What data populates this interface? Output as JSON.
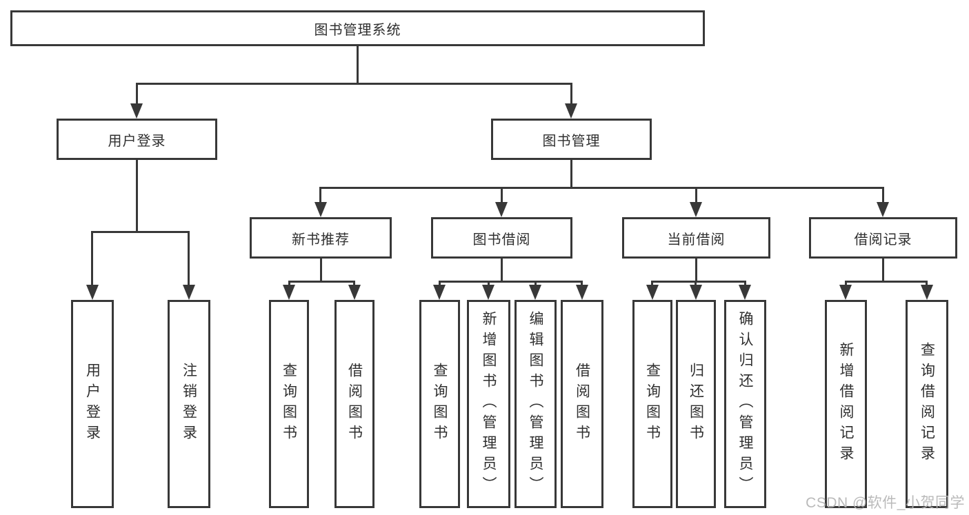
{
  "diagram": {
    "root": {
      "label": "图书管理系统",
      "children": [
        {
          "label": "用户登录",
          "children": [
            {
              "label": "用户登录"
            },
            {
              "label": "注销登录"
            }
          ]
        },
        {
          "label": "图书管理",
          "children": [
            {
              "label": "新书推荐",
              "children": [
                {
                  "label": "查询图书"
                },
                {
                  "label": "借阅图书"
                }
              ]
            },
            {
              "label": "图书借阅",
              "children": [
                {
                  "label": "查询图书"
                },
                {
                  "label": "新增图书（管理员）"
                },
                {
                  "label": "编辑图书（管理员）"
                },
                {
                  "label": "借阅图书"
                }
              ]
            },
            {
              "label": "当前借阅",
              "children": [
                {
                  "label": "查询图书"
                },
                {
                  "label": "归还图书"
                },
                {
                  "label": "确认归还（管理员）"
                }
              ]
            },
            {
              "label": "借阅记录",
              "children": [
                {
                  "label": "新增借阅记录"
                },
                {
                  "label": "查询借阅记录"
                }
              ]
            }
          ]
        }
      ]
    }
  },
  "watermark": {
    "text": "CSDN @软件_小贺同学"
  },
  "colors": {
    "line": "#383838",
    "text": "#2f2f2f",
    "bg": "#ffffff",
    "wm": "#b5b5b5"
  }
}
